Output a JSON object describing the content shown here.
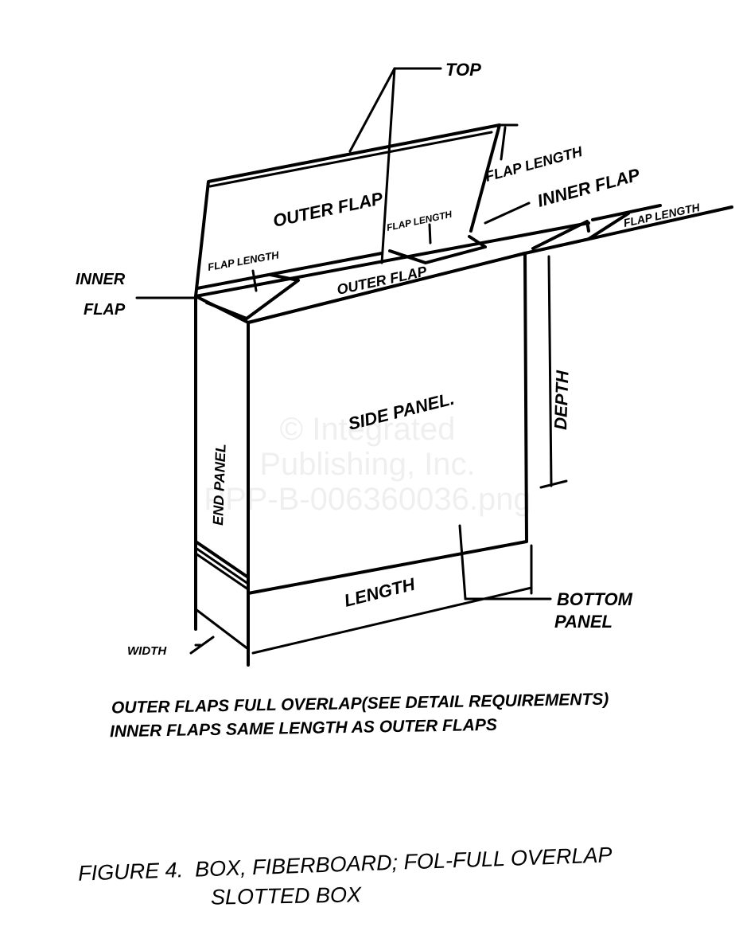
{
  "labels": {
    "top": "TOP",
    "outer_flap_top": "OUTER FLAP",
    "flap_length_top": "FLAP LENGTH",
    "inner_flap_right": "INNER FLAP",
    "flap_length_inner_right": "FLAP LENGTH",
    "flap_length_right": "FLAP LENGTH",
    "flap_length_left": "FLAP LENGTH",
    "inner_flap_left_1": "INNER",
    "inner_flap_left_2": "FLAP",
    "outer_flap_front": "OUTER FLAP",
    "end_panel": "END PANEL",
    "side_panel": "SIDE PANEL.",
    "depth": "DEPTH",
    "length": "LENGTH",
    "bottom_panel_1": "BOTTOM",
    "bottom_panel_2": "PANEL",
    "width": "WIDTH"
  },
  "notes": [
    "OUTER FLAPS FULL OVERLAP(SEE DETAIL REQUIREMENTS)",
    "INNER FLAPS SAME LENGTH AS OUTER FLAPS"
  ],
  "caption": {
    "line1": "FIGURE 4.  BOX, FIBERBOARD; FOL-FULL OVERLAP",
    "line2": "SLOTTED BOX"
  },
  "watermark": {
    "line1": "© Integrated",
    "line2": "Publishing, Inc.",
    "line3": "PPP-B-006360036.png"
  }
}
